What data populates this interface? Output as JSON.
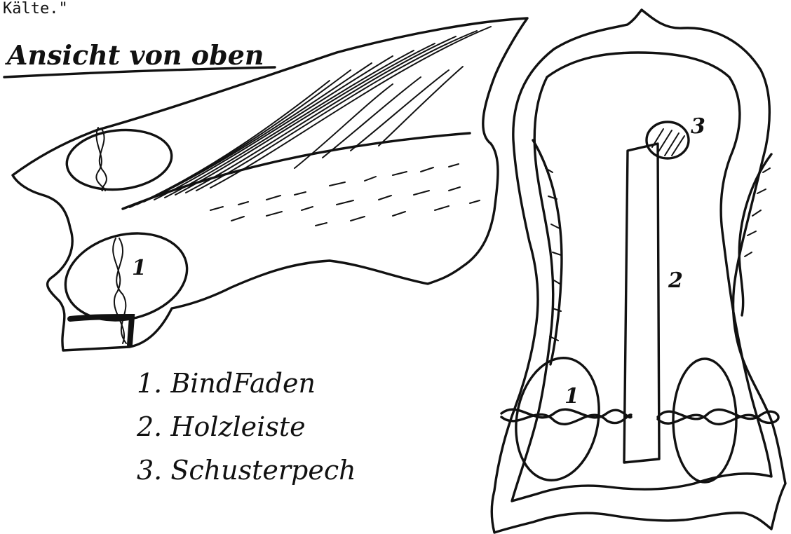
{
  "header_text": "Kälte.\"",
  "title": "Ansicht von oben",
  "legend": [
    "1. BindFaden",
    "2. Holzleiste",
    "3. Schusterpech"
  ],
  "callouts": {
    "left_loop": "1",
    "right_loop": "1",
    "strip": "2",
    "pitch": "3"
  },
  "colors": {
    "ink": "#111111",
    "paper": "#ffffff"
  },
  "icons": {
    "left_figure": "shoe-side-view-drawing",
    "right_figure": "shoe-top-view-drawing"
  }
}
